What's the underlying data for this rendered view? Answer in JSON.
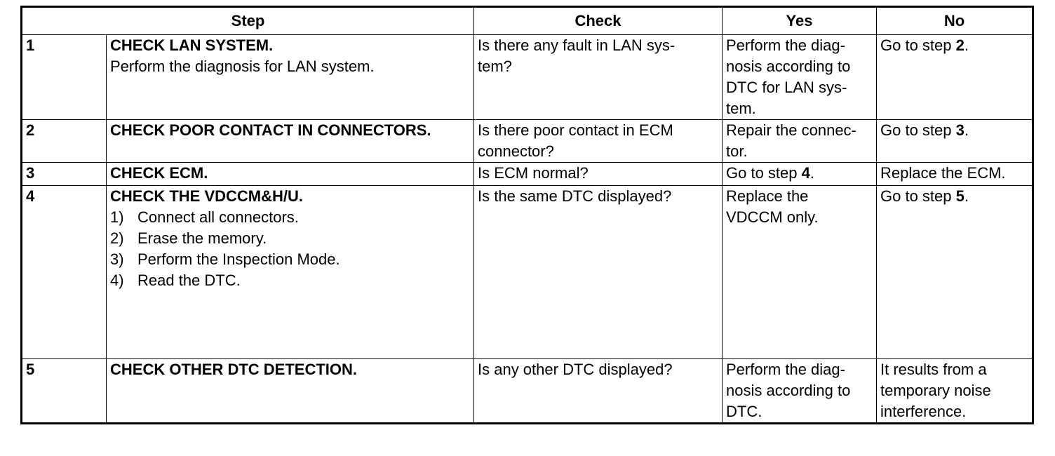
{
  "headers": {
    "step": "Step",
    "check": "Check",
    "yes": "Yes",
    "no": "No"
  },
  "rows": [
    {
      "num": "1",
      "title": "CHECK LAN SYSTEM.",
      "desc": "Perform the diagnosis for LAN system.",
      "check": [
        "Is there any fault in LAN sys-",
        "tem?"
      ],
      "yes": [
        "Perform the diag-",
        "nosis according to",
        "DTC for LAN sys-",
        "tem."
      ],
      "no_prefix": "Go to step ",
      "no_ref": "2",
      "no_suffix": "."
    },
    {
      "num": "2",
      "title": "CHECK POOR CONTACT IN CONNECTORS.",
      "check": [
        "Is there poor contact in ECM",
        "connector?"
      ],
      "yes": [
        "Repair the connec-",
        "tor."
      ],
      "no_prefix": "Go to step ",
      "no_ref": "3",
      "no_suffix": "."
    },
    {
      "num": "3",
      "title": "CHECK ECM.",
      "check": [
        "Is ECM normal?"
      ],
      "yes_prefix": "Go to step ",
      "yes_ref": "4",
      "yes_suffix": ".",
      "no": "Replace the ECM."
    },
    {
      "num": "4",
      "title": "CHECK THE VDCCM&H/U.",
      "substeps": [
        {
          "n": "1)",
          "text": "Connect all connectors."
        },
        {
          "n": "2)",
          "text": "Erase the memory."
        },
        {
          "n": "3)",
          "text": "Perform the Inspection Mode."
        },
        {
          "n": "4)",
          "text": "Read the DTC."
        }
      ],
      "check": [
        "Is the same DTC displayed?"
      ],
      "yes": [
        "Replace the",
        "VDCCM only."
      ],
      "no_prefix": "Go to step ",
      "no_ref": "5",
      "no_suffix": "."
    },
    {
      "num": "5",
      "title": "CHECK OTHER DTC DETECTION.",
      "check": [
        "Is any other DTC displayed?"
      ],
      "yes": [
        "Perform the diag-",
        "nosis according to",
        "DTC."
      ],
      "no_lines": [
        "It results from a",
        "temporary noise",
        "interference."
      ]
    }
  ]
}
